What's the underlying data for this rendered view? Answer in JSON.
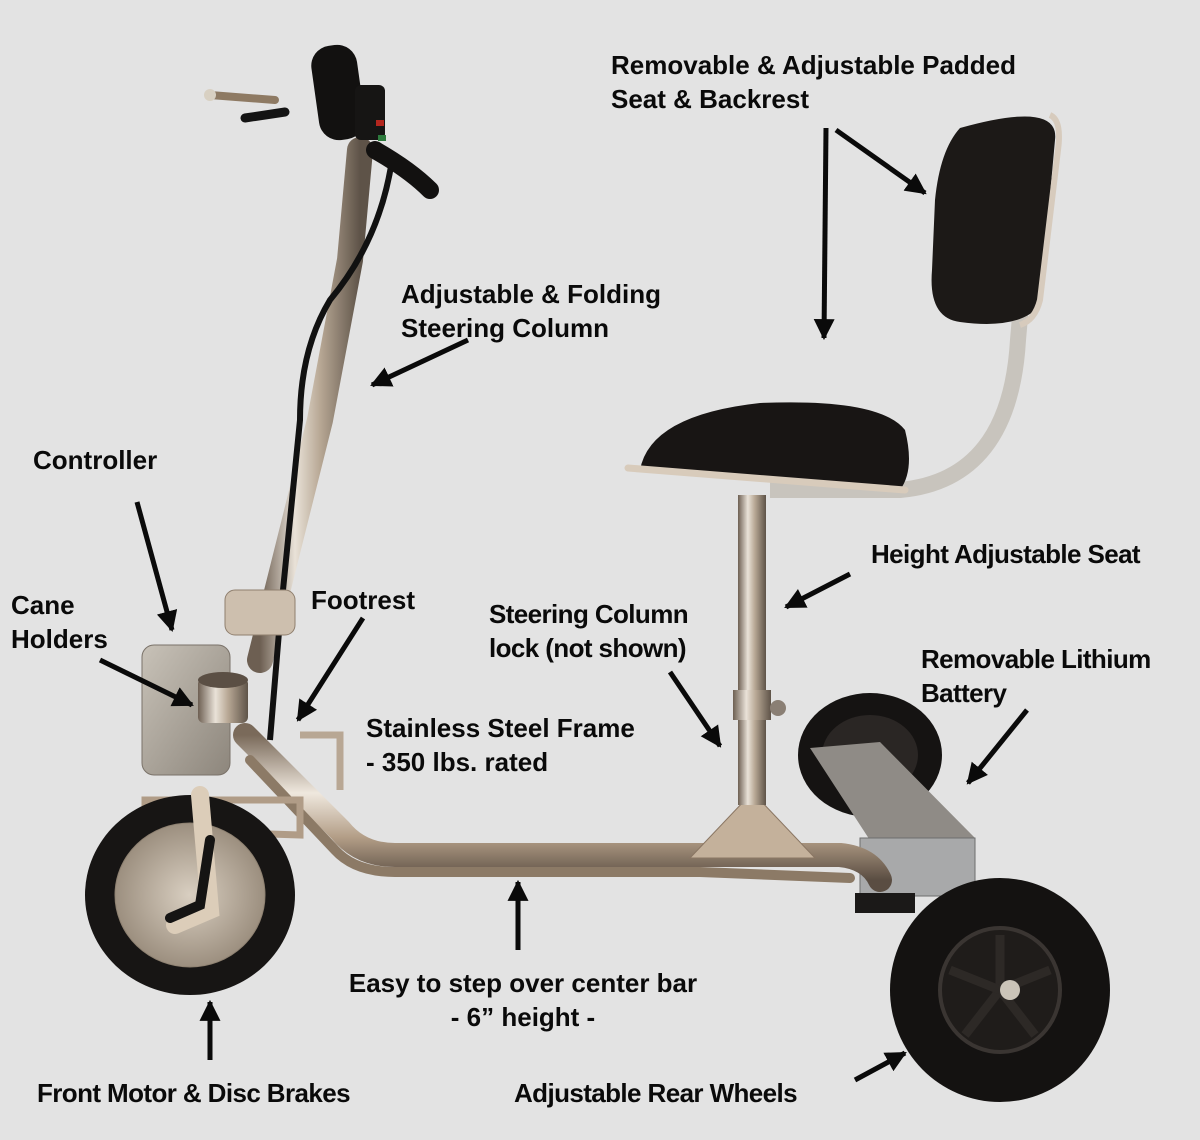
{
  "diagram": {
    "subject": "Three-wheel folding mobility scooter",
    "background_color": "#e3e3e3",
    "label_color": "#0a0a0a",
    "labels": [
      {
        "id": "seat-backrest",
        "lines": [
          "Removable & Adjustable Padded",
          "Seat & Backrest"
        ]
      },
      {
        "id": "steering-column",
        "lines": [
          "Adjustable & Folding",
          "Steering Column"
        ]
      },
      {
        "id": "controller",
        "lines": [
          "Controller"
        ]
      },
      {
        "id": "cane-holders",
        "lines": [
          "Cane",
          "Holders"
        ]
      },
      {
        "id": "footrest",
        "lines": [
          "Footrest"
        ]
      },
      {
        "id": "height-adjustable-seat",
        "lines": [
          "Height Adjustable Seat"
        ]
      },
      {
        "id": "steering-column-lock",
        "lines": [
          "Steering Column",
          "lock (not shown)"
        ]
      },
      {
        "id": "lithium-battery",
        "lines": [
          "Removable Lithium",
          "Battery"
        ]
      },
      {
        "id": "stainless-frame",
        "lines": [
          "Stainless Steel Frame",
          "- 350 lbs. rated"
        ]
      },
      {
        "id": "center-bar",
        "lines": [
          "Easy to step over center bar",
          "- 6” height -"
        ]
      },
      {
        "id": "front-motor",
        "lines": [
          "Front Motor & Disc Brakes"
        ]
      },
      {
        "id": "rear-wheels",
        "lines": [
          "Adjustable Rear Wheels"
        ]
      }
    ],
    "parts": [
      "handlebar",
      "steering-column",
      "controller-box",
      "cane-holder",
      "footrest",
      "front-wheel-hub-motor",
      "stainless-steel-frame",
      "seat-post",
      "padded-seat",
      "backrest",
      "lithium-battery",
      "rear-wheel-far",
      "rear-wheel-near"
    ]
  }
}
